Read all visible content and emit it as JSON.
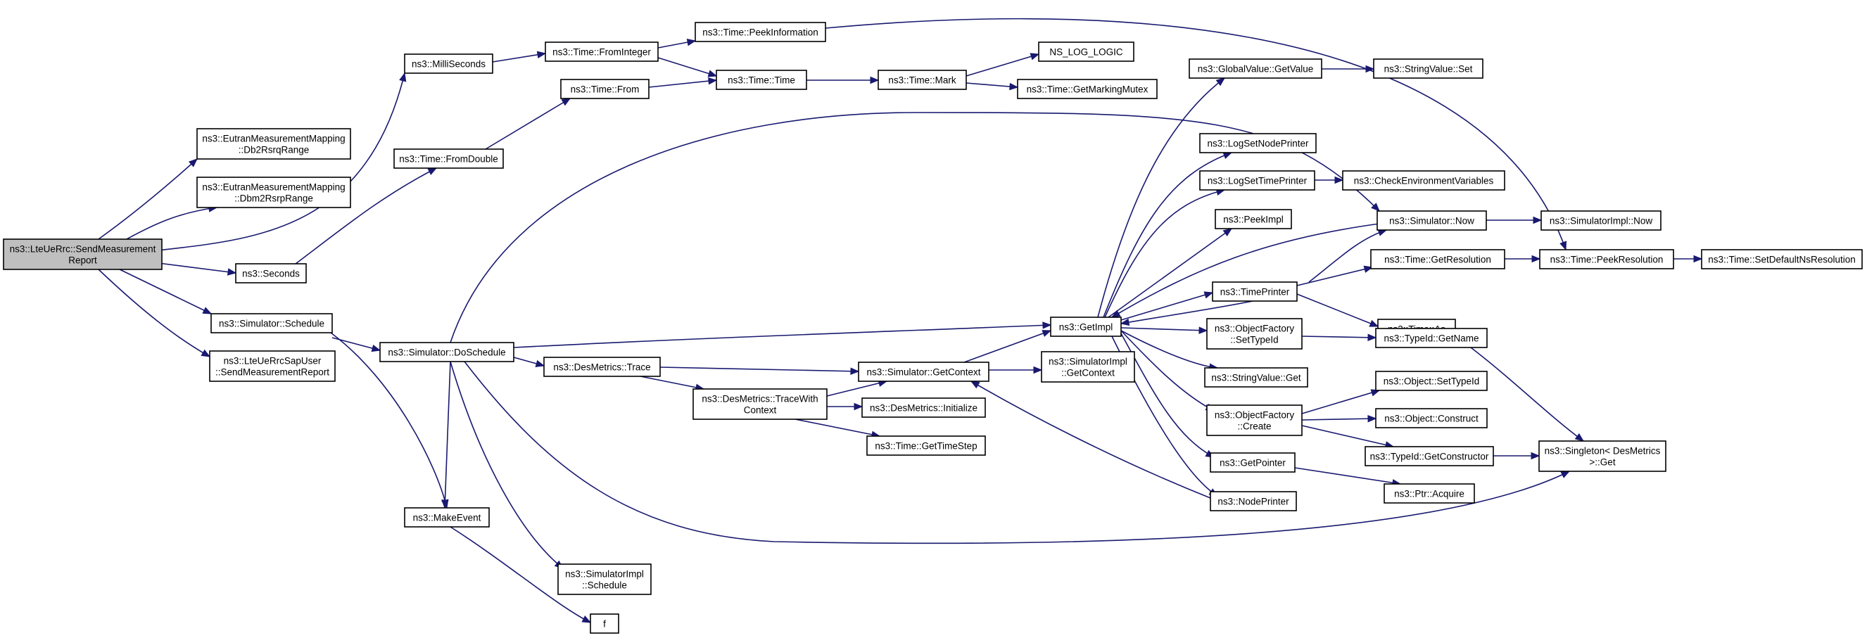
{
  "colors": {
    "edge": "#191970",
    "node_border": "#000000",
    "node_border_truncated": "#ff0000",
    "node_fill": "#ffffff",
    "root_fill": "#bfbfbf"
  },
  "nodes": {
    "root": {
      "label": [
        "ns3::LteUeRrc::SendMeasurement",
        "Report"
      ],
      "root": true
    },
    "db2rsrq": {
      "label": [
        "ns3::EutranMeasurementMapping",
        "::Db2RsrqRange"
      ]
    },
    "dbm2rsrp": {
      "label": [
        "ns3::EutranMeasurementMapping",
        "::Dbm2RsrpRange"
      ]
    },
    "ms": {
      "label": [
        "ns3::MilliSeconds"
      ]
    },
    "sec": {
      "label": [
        "ns3::Seconds"
      ]
    },
    "sched": {
      "label": [
        "ns3::Simulator::Schedule"
      ]
    },
    "sapuser": {
      "label": [
        "ns3::LteUeRrcSapUser",
        "::SendMeasurementReport"
      ]
    },
    "fromdouble": {
      "label": [
        "ns3::Time::FromDouble"
      ]
    },
    "fromint": {
      "label": [
        "ns3::Time::FromInteger"
      ]
    },
    "from": {
      "label": [
        "ns3::Time::From"
      ]
    },
    "peekinfo": {
      "label": [
        "ns3::Time::PeekInformation"
      ]
    },
    "timetime": {
      "label": [
        "ns3::Time::Time"
      ]
    },
    "mark": {
      "label": [
        "ns3::Time::Mark"
      ]
    },
    "nslog": {
      "label": [
        "NS_LOG_LOGIC"
      ]
    },
    "markmutex": {
      "label": [
        "ns3::Time::GetMarkingMutex"
      ]
    },
    "dosched": {
      "label": [
        "ns3::Simulator::DoSchedule"
      ]
    },
    "makeevent": {
      "label": [
        "ns3::MakeEvent"
      ]
    },
    "simimplsched": {
      "label": [
        "ns3::SimulatorImpl",
        "::Schedule"
      ]
    },
    "f": {
      "label": [
        "f"
      ]
    },
    "desmtrace": {
      "label": [
        "ns3::DesMetrics::Trace"
      ]
    },
    "tracewith": {
      "label": [
        "ns3::DesMetrics::TraceWith",
        "Context"
      ]
    },
    "desinit": {
      "label": [
        "ns3::DesMetrics::Initialize"
      ],
      "truncated": true
    },
    "timestep": {
      "label": [
        "ns3::Time::GetTimeStep"
      ]
    },
    "getctx": {
      "label": [
        "ns3::Simulator::GetContext"
      ]
    },
    "simimplgetctx": {
      "label": [
        "ns3::SimulatorImpl",
        "::GetContext"
      ]
    },
    "getimpl": {
      "label": [
        "ns3::GetImpl"
      ]
    },
    "gvget": {
      "label": [
        "ns3::GlobalValue::GetValue"
      ]
    },
    "svset": {
      "label": [
        "ns3::StringValue::Set"
      ]
    },
    "lognode": {
      "label": [
        "ns3::LogSetNodePrinter"
      ]
    },
    "logtime": {
      "label": [
        "ns3::LogSetTimePrinter"
      ]
    },
    "checkenv": {
      "label": [
        "ns3::CheckEnvironmentVariables"
      ],
      "truncated": true
    },
    "peekimpl": {
      "label": [
        "ns3::PeekImpl"
      ]
    },
    "simnow": {
      "label": [
        "ns3::Simulator::Now"
      ]
    },
    "simimplnow": {
      "label": [
        "ns3::SimulatorImpl::Now"
      ]
    },
    "getres": {
      "label": [
        "ns3::Time::GetResolution"
      ]
    },
    "peekres": {
      "label": [
        "ns3::Time::PeekResolution"
      ]
    },
    "setdefres": {
      "label": [
        "ns3::Time::SetDefaultNsResolution"
      ],
      "truncated": true
    },
    "timeprinter": {
      "label": [
        "ns3::TimePrinter"
      ]
    },
    "timeas": {
      "label": [
        "ns3::Time::As"
      ]
    },
    "ofsettype": {
      "label": [
        "ns3::ObjectFactory",
        "::SetTypeId"
      ]
    },
    "typegetname": {
      "label": [
        "ns3::TypeId::GetName"
      ],
      "truncated": true
    },
    "svget": {
      "label": [
        "ns3::StringValue::Get"
      ]
    },
    "ofcreate": {
      "label": [
        "ns3::ObjectFactory",
        "::Create"
      ]
    },
    "objsettype": {
      "label": [
        "ns3::Object::SetTypeId"
      ],
      "truncated": true
    },
    "objconstruct": {
      "label": [
        "ns3::Object::Construct"
      ],
      "truncated": true
    },
    "typegetctor": {
      "label": [
        "ns3::TypeId::GetConstructor"
      ],
      "truncated": true
    },
    "singleton": {
      "label": [
        "ns3::Singleton< DesMetrics",
        ">::Get"
      ]
    },
    "getpointer": {
      "label": [
        "ns3::GetPointer"
      ]
    },
    "ptracquire": {
      "label": [
        "ns3::Ptr::Acquire"
      ]
    },
    "nodeprinter": {
      "label": [
        "ns3::NodePrinter"
      ]
    }
  }
}
